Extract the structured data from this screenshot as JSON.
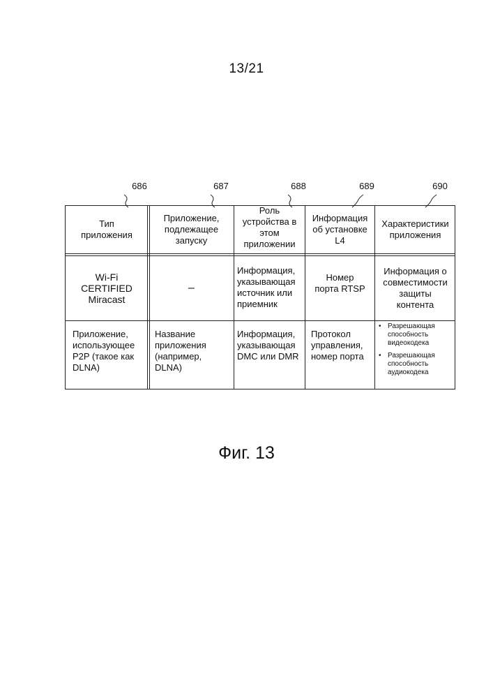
{
  "page": {
    "number": "13/21",
    "figure_caption": "Фиг. 13"
  },
  "references": [
    "686",
    "687",
    "688",
    "689",
    "690"
  ],
  "table": {
    "headers": [
      "Тип\nприложения",
      "Приложение,\nподлежащее\nзапуску",
      "Роль\nустройства в\nэтом\nприложении",
      "Информация\nоб установке\nL4",
      "Характеристики\nприложения"
    ],
    "row1": {
      "app_type": "Wi-Fi\nCERTIFIED\nMiracast",
      "app_to_launch": "–",
      "device_role": "Информация,\nуказывающая\nисточник или\nприемник",
      "l4_info": "Номер\nпорта RTSP",
      "characteristics": "Информация о\nсовместимости\nзащиты\nконтента"
    },
    "row2": {
      "app_type": "Приложение,\nиспользующее\nP2P (такое как\nDLNA)",
      "app_to_launch": "Название\nприложения\n(например,\nDLNA)",
      "device_role": "Информация,\nуказывающая\nDMC или DMR",
      "l4_info": "Протокол\nуправления,\nномер порта",
      "characteristics": [
        "Разрешающая\nспособность\nвидеокодека",
        "Разрешающая\nспособность\nаудиокодека"
      ]
    }
  }
}
